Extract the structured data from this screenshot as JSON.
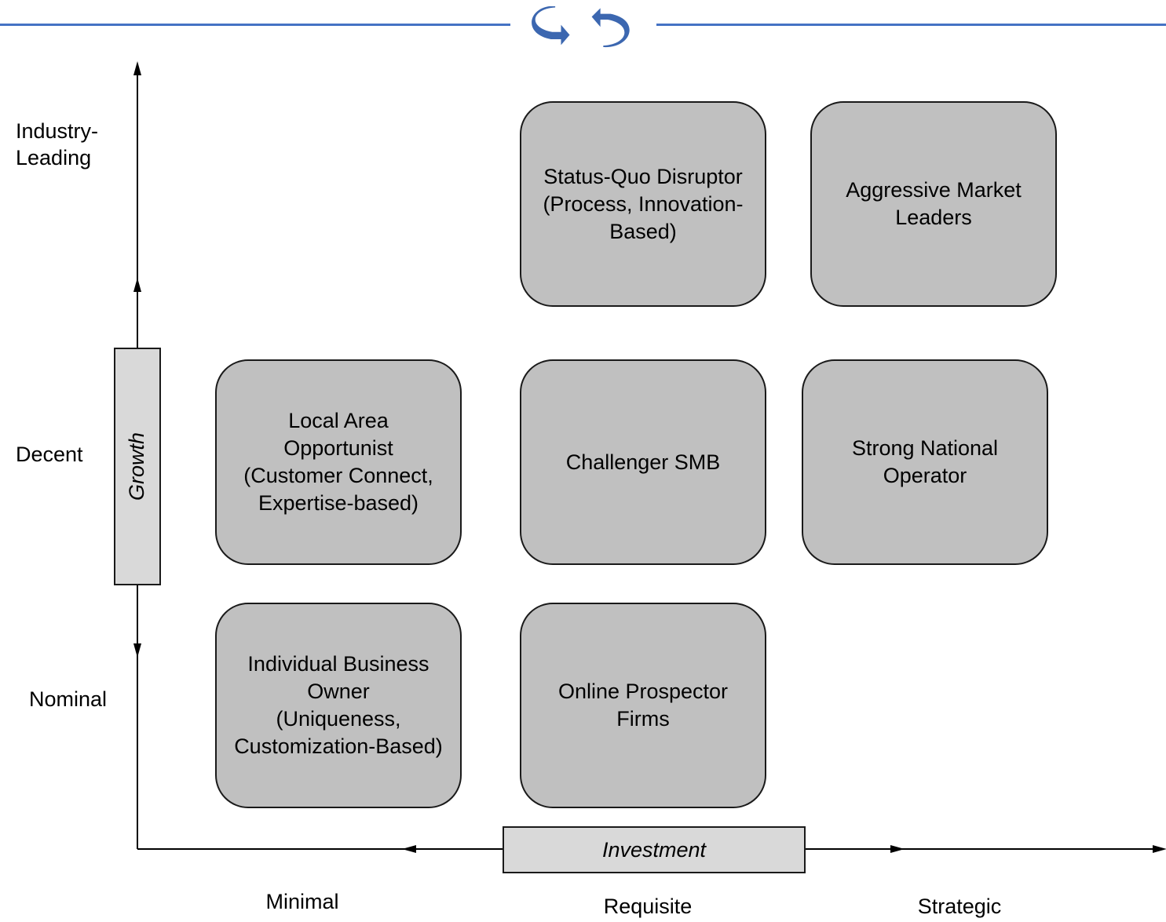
{
  "header": {
    "icon": "rotate-arrows-icon",
    "accent_color": "#4472c4"
  },
  "y_axis": {
    "title": "Growth",
    "levels": [
      "Industry-\nLeading",
      "Decent",
      "Nominal"
    ]
  },
  "x_axis": {
    "title": "Investment",
    "levels": [
      "Minimal",
      "Requisite",
      "Strategic"
    ]
  },
  "boxes": [
    {
      "label": "Status-Quo Disruptor\n(Process, Innovation-\nBased)"
    },
    {
      "label": "Aggressive Market\nLeaders"
    },
    {
      "label": "Local Area\nOpportunist\n(Customer Connect,\nExpertise-based)"
    },
    {
      "label": "Challenger SMB"
    },
    {
      "label": "Strong National\nOperator"
    },
    {
      "label": "Individual Business\nOwner\n(Uniqueness,\nCustomization-Based)"
    },
    {
      "label": "Online Prospector\nFirms"
    }
  ],
  "box_fill": "#c0c0c0"
}
